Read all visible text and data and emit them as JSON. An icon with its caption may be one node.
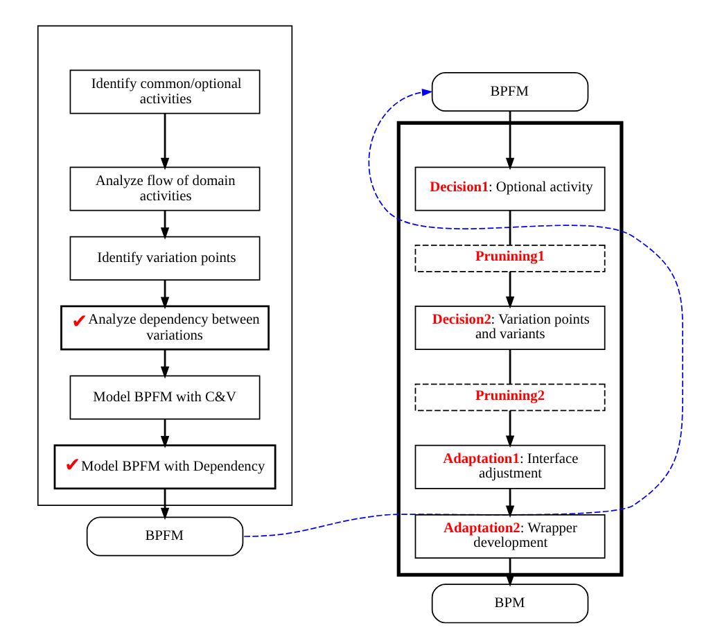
{
  "diagram": {
    "nodes": [
      {
        "text": [],
        "shape": "box"
      },
      {
        "text": [
          "Identify common/optional activities"
        ],
        "in": 0
      },
      {
        "text": [
          "Analyze flow of domain activities"
        ],
        "in": 0
      },
      {
        "text": [
          "Identify variation points"
        ],
        "in": 0
      },
      {
        "text": [
          "✔",
          "Analyze dependency between variations"
        ],
        "in": 0
      },
      {
        "text": [
          "Model BPFM with C&V"
        ],
        "in": 0
      },
      {
        "text": [
          "✔",
          "Model BPFM with Dependency"
        ],
        "in": 0
      },
      {
        "text": [
          "BPFM"
        ]
      },
      {
        "text": [
          "BPFM"
        ]
      },
      {
        "text": [],
        "shape": "box"
      },
      {
        "text": [
          "**Decision1**: Optional activity"
        ],
        "in": 9
      },
      {
        "text": [
          "**Prunining1**"
        ],
        "in": 9
      },
      {
        "text": [
          "**Decision2**: Variation points and variants"
        ],
        "in": 9
      },
      {
        "text": [
          "**Prunining2**"
        ],
        "in": 9
      },
      {
        "text": [
          "**Adaptation1**: Interface adjustment"
        ],
        "in": 9
      },
      {
        "text": [
          "**Adaptation2**: Wrapper development"
        ],
        "in": 9
      },
      {
        "text": [
          "BPM"
        ]
      }
    ],
    "edges": [
      {
        "from": 1,
        "to": 2,
        "arrow": "to"
      },
      {
        "from": 2,
        "to": 3,
        "arrow": "to"
      },
      {
        "from": 3,
        "to": 4,
        "arrow": "to"
      },
      {
        "from": 4,
        "to": 5,
        "arrow": "to"
      },
      {
        "from": 5,
        "to": 6,
        "arrow": "to"
      },
      {
        "from": 6,
        "to": 7,
        "arrow": "to"
      },
      {
        "from": 7,
        "to": 8,
        "arrow": "to",
        "style": "dashed",
        "color": "#0000ff"
      },
      {
        "from": 8,
        "to": 10,
        "arrow": "to"
      },
      {
        "from": 10,
        "to": 11,
        "arrow": "none"
      },
      {
        "from": 11,
        "to": 12,
        "arrow": "to"
      },
      {
        "from": 12,
        "to": 13,
        "arrow": "none"
      },
      {
        "from": 13,
        "to": 14,
        "arrow": "to"
      },
      {
        "from": 14,
        "to": 15,
        "arrow": "to"
      },
      {
        "from": 15,
        "to": 16,
        "arrow": "to"
      }
    ]
  }
}
